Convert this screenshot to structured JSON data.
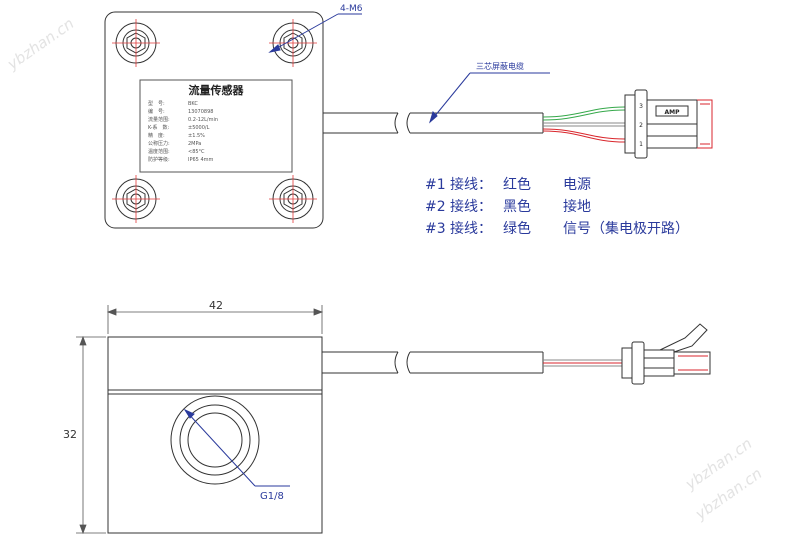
{
  "watermarks": [
    "ybzhan.cn",
    "ybzhan.cn",
    "ybzhan.cn"
  ],
  "top_view": {
    "plate_title": "流量传感器",
    "plate_rows": [
      {
        "label": "型　号:",
        "value": "BKC"
      },
      {
        "label": "编　号:",
        "value": "13070898"
      },
      {
        "label": "流量范围:",
        "value": "0.2-12L/min"
      },
      {
        "label": "K-系　数:",
        "value": "±5000/L"
      },
      {
        "label": "精　度:",
        "value": "±1.5%"
      },
      {
        "label": "公称压力:",
        "value": "2MPa"
      },
      {
        "label": "温度范围:",
        "value": "<85°C"
      },
      {
        "label": "防护等级:",
        "value": "IP65 4mm"
      }
    ],
    "hole_callout": "4-M6",
    "cable_callout": "三芯屏蔽电缆",
    "connector_brand": "AMP",
    "pin_numbers": [
      "3",
      "2",
      "1"
    ]
  },
  "wiring": [
    {
      "num": "#1",
      "label": "接线：",
      "color": "红色",
      "function": "电源"
    },
    {
      "num": "#2",
      "label": "接线：",
      "color": "黑色",
      "function": "接地"
    },
    {
      "num": "#3",
      "label": "接线：",
      "color": "绿色",
      "function": "信号（集电极开路）"
    }
  ],
  "side_view": {
    "width_dim": "42",
    "height_dim": "32",
    "thread_callout": "G1/8"
  },
  "colors": {
    "line": "#333333",
    "label_blue": "#2a3a9c",
    "wire_red": "#d9262c",
    "wire_green": "#35a84a",
    "center_red": "#e33a3a"
  }
}
